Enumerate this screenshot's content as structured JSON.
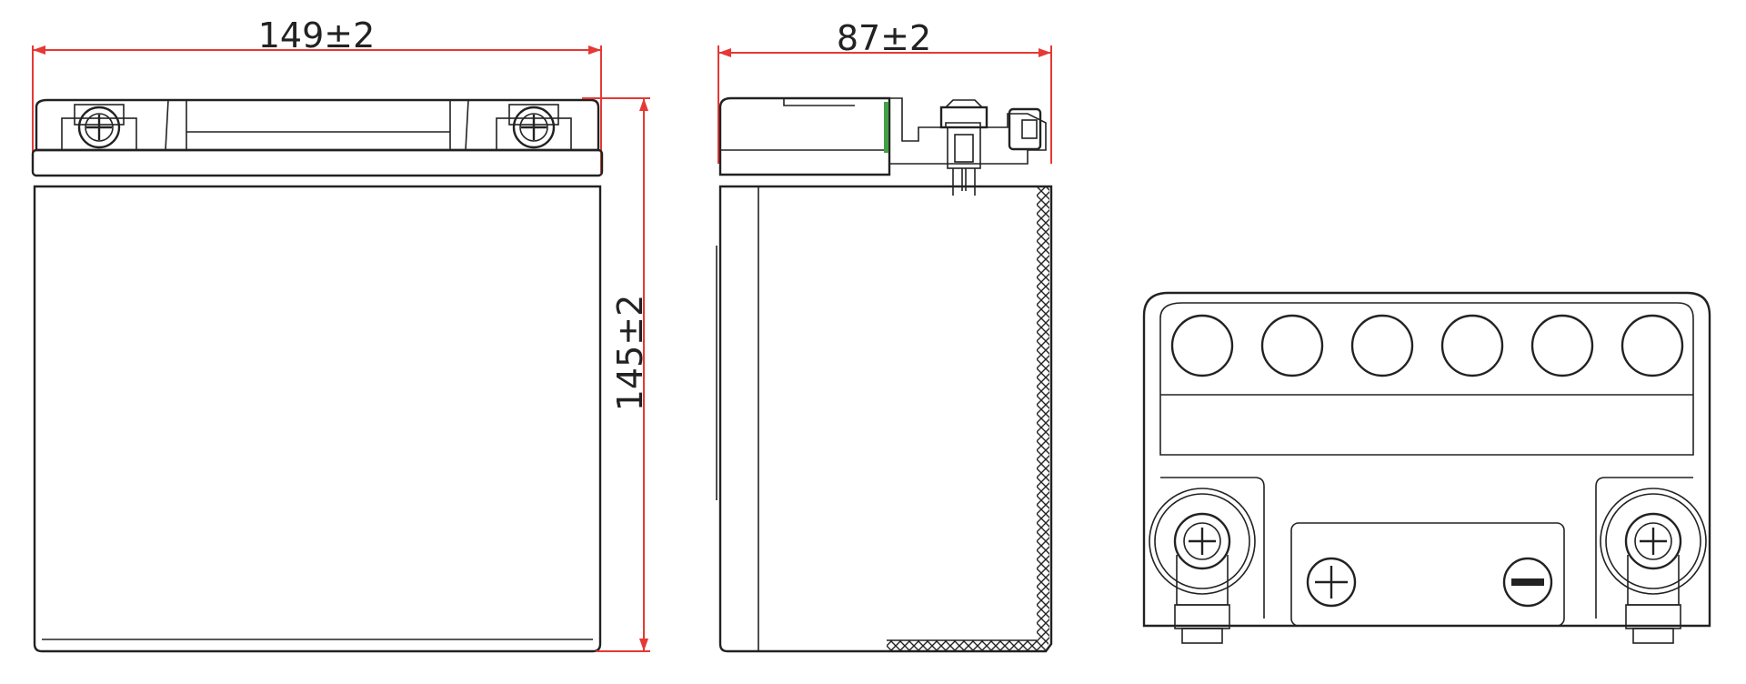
{
  "dimensions": {
    "width_label": "149±2",
    "depth_label": "87±2",
    "height_label": "145±2"
  },
  "colors": {
    "outline": "#222222",
    "dimension_line": "#e53935",
    "vent_highlight": "#43a047"
  },
  "icons": {
    "positive_terminal": "plus-symbol",
    "negative_terminal": "minus-symbol"
  }
}
